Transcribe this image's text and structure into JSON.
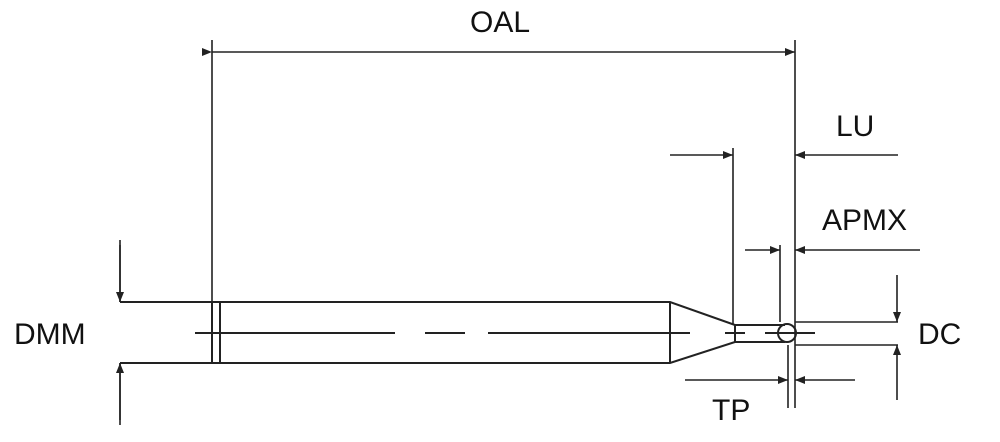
{
  "labels": {
    "oal": "OAL",
    "lu": "LU",
    "apmx": "APMX",
    "dmm": "DMM",
    "dc": "DC",
    "tp": "TP"
  },
  "colors": {
    "line": "#222222",
    "background": "#ffffff"
  }
}
